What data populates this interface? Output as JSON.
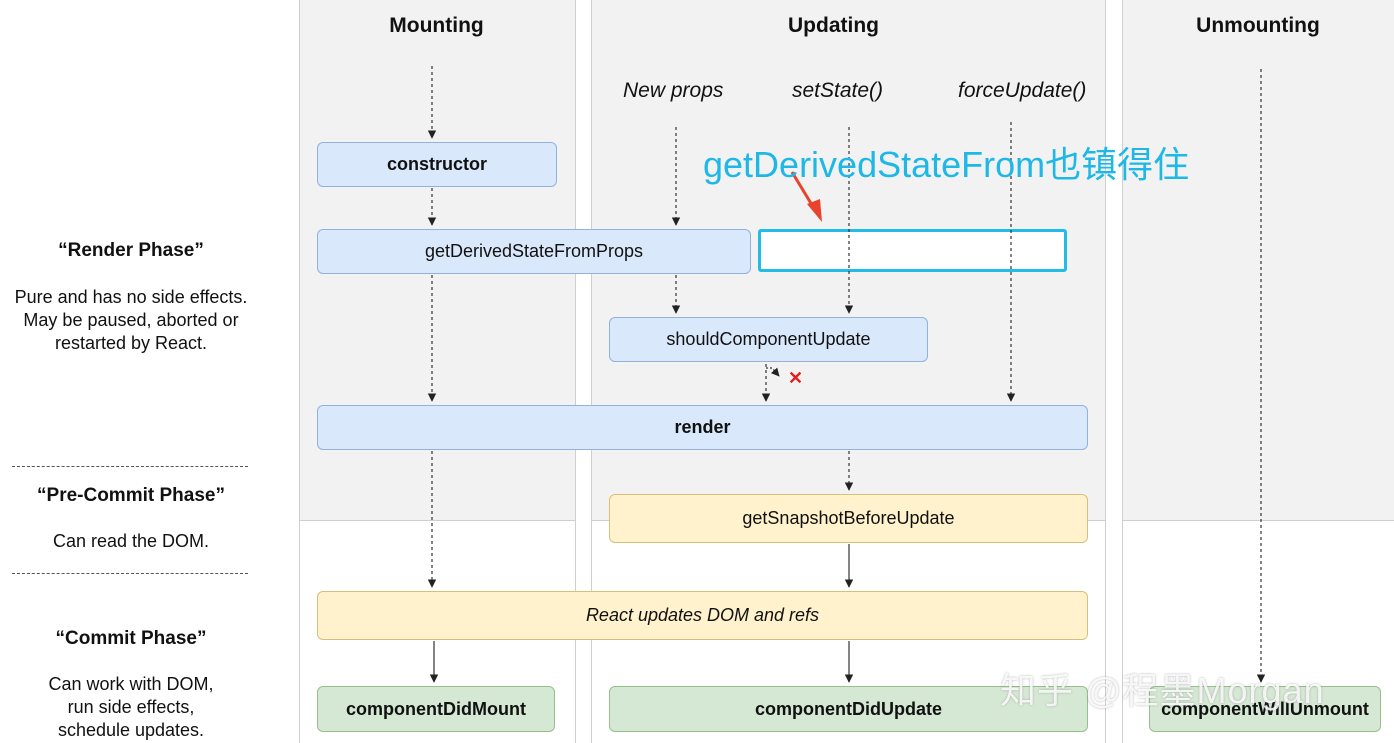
{
  "columns": {
    "mounting": {
      "title": "Mounting"
    },
    "updating": {
      "title": "Updating"
    },
    "unmounting": {
      "title": "Unmounting"
    }
  },
  "triggers": {
    "new_props": "New props",
    "set_state": "setState()",
    "force_update": "forceUpdate()"
  },
  "phases": {
    "render": {
      "title": "“Render Phase”",
      "description": "Pure and has no side effects.\nMay be paused, aborted or\nrestarted by React."
    },
    "pre_commit": {
      "title": "“Pre-Commit Phase”",
      "description": "Can read the DOM."
    },
    "commit": {
      "title": "“Commit Phase”",
      "description": "Can work with DOM,\nrun side effects,\nschedule updates."
    }
  },
  "nodes": {
    "constructor": "constructor",
    "get_derived_state_from_props": "getDerivedStateFromProps",
    "should_component_update": "shouldComponentUpdate",
    "render": "render",
    "get_snapshot_before_update": "getSnapshotBeforeUpdate",
    "react_updates_dom": "React updates DOM and refs",
    "component_did_mount": "componentDidMount",
    "component_did_update": "componentDidUpdate",
    "component_will_unmount": "componentWillUnmount"
  },
  "annotation": {
    "text": "getDerivedStateFrom也镇得住",
    "color": "#1fb8e6"
  },
  "reject_mark": "✕",
  "watermark": "知乎 @程墨Morgan",
  "colors": {
    "render_phase_node": "#dae8fc",
    "commit_phase_node": "#fff2cc",
    "lifecycle_end_node": "#d5e8d4",
    "highlight": "#22bde6",
    "arrow_red": "#e8432d",
    "reject_red": "#e02020"
  }
}
